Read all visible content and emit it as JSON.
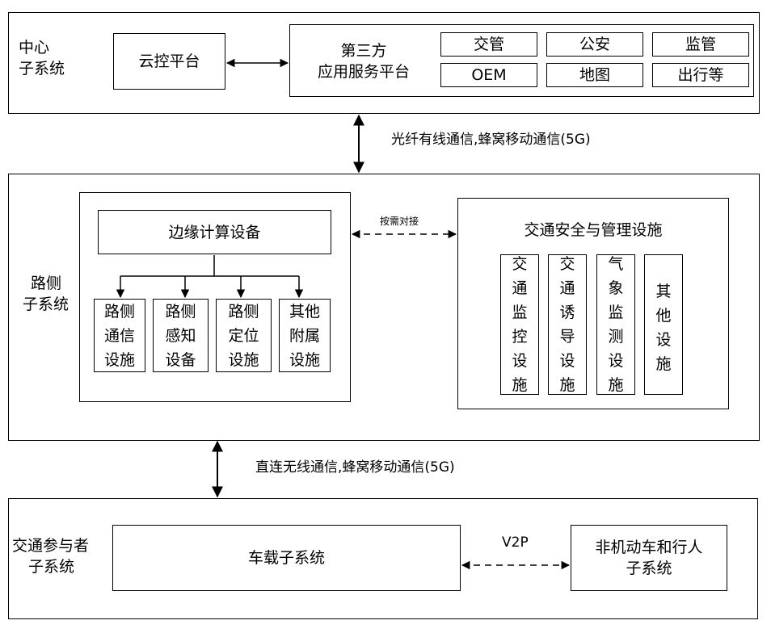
{
  "center": {
    "label_line1": "中心",
    "label_line2": "子系统",
    "cloud_platform": "云控平台",
    "third_party_line1": "第三方",
    "third_party_line2": "应用服务平台",
    "services": [
      "交管",
      "公安",
      "监管",
      "OEM",
      "地图",
      "出行等"
    ]
  },
  "link1_label": "光纤有线通信,蜂窝移动通信(5G)",
  "roadside": {
    "label_line1": "路侧",
    "label_line2": "子系统",
    "edge_device": "边缘计算设备",
    "facilities": [
      [
        "路侧",
        "通信",
        "设施"
      ],
      [
        "路侧",
        "感知",
        "设备"
      ],
      [
        "路侧",
        "定位",
        "设施"
      ],
      [
        "其他",
        "附属",
        "设施"
      ]
    ],
    "on_demand_label": "按需对接",
    "safety_title": "交通安全与管理设施",
    "safety_items": [
      [
        "交",
        "通",
        "监",
        "控",
        "设",
        "施"
      ],
      [
        "交",
        "通",
        "诱",
        "导",
        "设",
        "施"
      ],
      [
        "气",
        "象",
        "监",
        "测",
        "设",
        "施"
      ],
      [
        "其",
        "他",
        "设",
        "施"
      ]
    ]
  },
  "link2_label": "直连无线通信,蜂窝移动通信(5G)",
  "participants": {
    "label_line1": "交通参与者",
    "label_line2": "子系统",
    "vehicle": "车载子系统",
    "v2p_label": "V2P",
    "nonmotor_line1": "非机动车和行人",
    "nonmotor_line2": "子系统"
  }
}
